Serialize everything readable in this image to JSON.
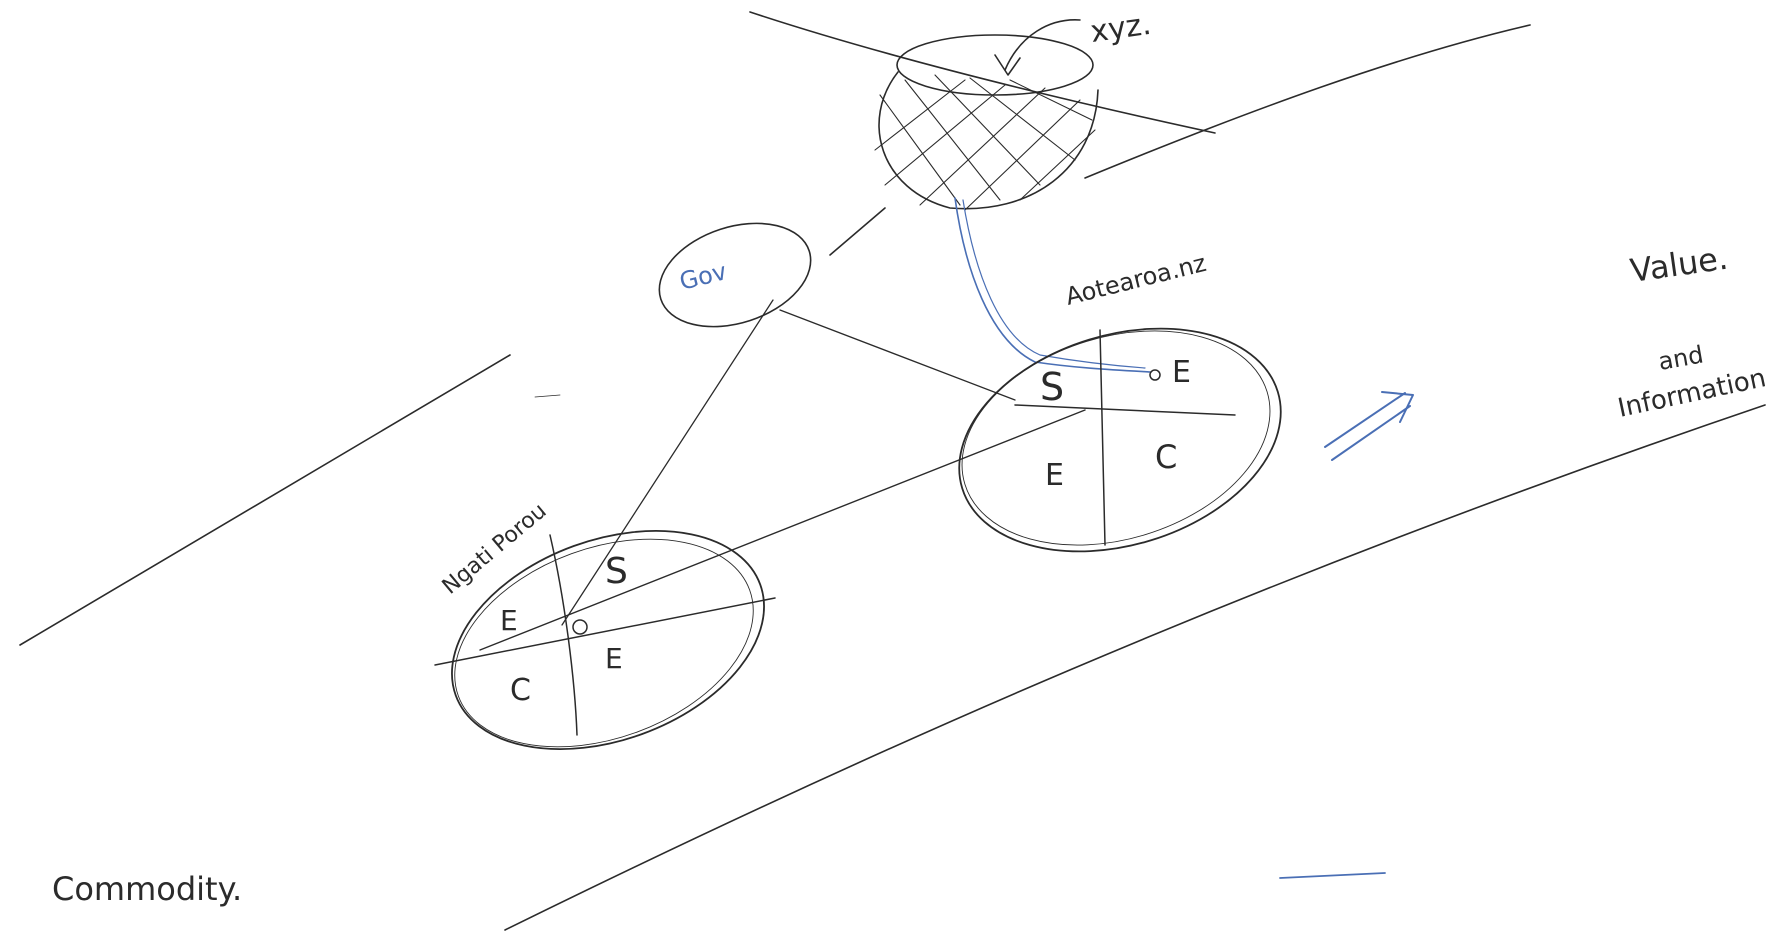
{
  "labels": {
    "xyz": "xyz.",
    "gov": "Gov",
    "aotearoa": "Aotearoa.nz",
    "ngati_porou": "Ngati Porou",
    "value": "Value.",
    "and": "and",
    "information": "Information",
    "commodity": "Commodity."
  },
  "quadrants": {
    "aotearoa": {
      "top_left": "S",
      "top_right": "E",
      "bottom_left": "E",
      "bottom_right": "C"
    },
    "ngati_porou": {
      "top_right": "S",
      "left": "E",
      "right": "E",
      "bottom_left": "C"
    }
  },
  "colors": {
    "ink": "#2b2b2b",
    "blue_ink": "#4a6fb5",
    "paper": "#ffffff"
  }
}
